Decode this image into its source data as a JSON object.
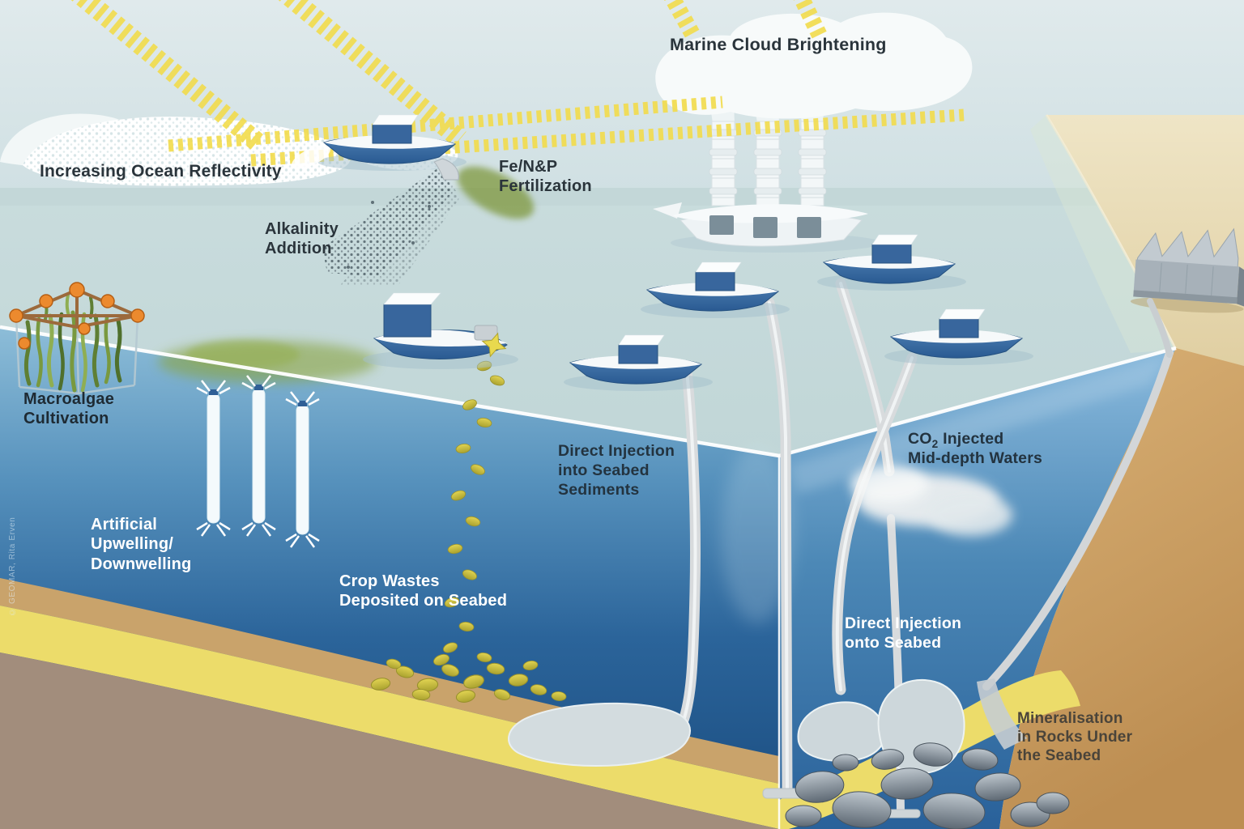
{
  "labels": {
    "marine_cloud_brightening": {
      "lines": [
        "Marine Cloud Brightening"
      ]
    },
    "increasing_ocean_reflectivity": {
      "lines": [
        "Increasing Ocean Reflectivity"
      ]
    },
    "alkalinity_addition": {
      "lines": [
        "Alkalinity",
        "Addition"
      ]
    },
    "fe_np_fertilization": {
      "lines": [
        "Fe/N&P",
        "Fertilization"
      ]
    },
    "macroalgae_cultivation": {
      "lines": [
        "Macroalgae",
        "Cultivation"
      ]
    },
    "artificial_upwelling": {
      "lines": [
        "Artificial",
        "Upwelling/",
        "Downwelling"
      ]
    },
    "crop_wastes": {
      "lines": [
        "Crop Wastes",
        "Deposited on Seabed"
      ]
    },
    "direct_injection_sediments": {
      "lines": [
        "Direct Injection",
        "into Seabed",
        "Sediments"
      ]
    },
    "co2_injected": {
      "pre": "CO",
      "sub": "2",
      "post": " Injected",
      "line2": "Mid-depth Waters"
    },
    "direct_injection_onto_seabed": {
      "lines": [
        "Direct Injection",
        "onto Seabed"
      ]
    },
    "mineralisation": {
      "lines": [
        "Mineralisation",
        "in Rocks Under",
        "the Seabed"
      ]
    }
  },
  "credit": "© GEOMAR, Rita Erven",
  "palette": {
    "sky": "#d8e5e8",
    "sea_surface": "#c6dadb",
    "deep_water": "#1b4d80",
    "side_water": "#4c88b6",
    "sediment_yellow": "#ecdc6a",
    "sand": "#c9a36b",
    "rock_front": "#a28d7c",
    "land": "#e9dcba",
    "slope_tan": "#c89d60",
    "ray_yellow": "#f2dc4c",
    "ship_blue": "#38669d",
    "pipe_grey": "#d8dbdd",
    "label_dark": "#2a343b",
    "label_light": "#ffffff"
  }
}
